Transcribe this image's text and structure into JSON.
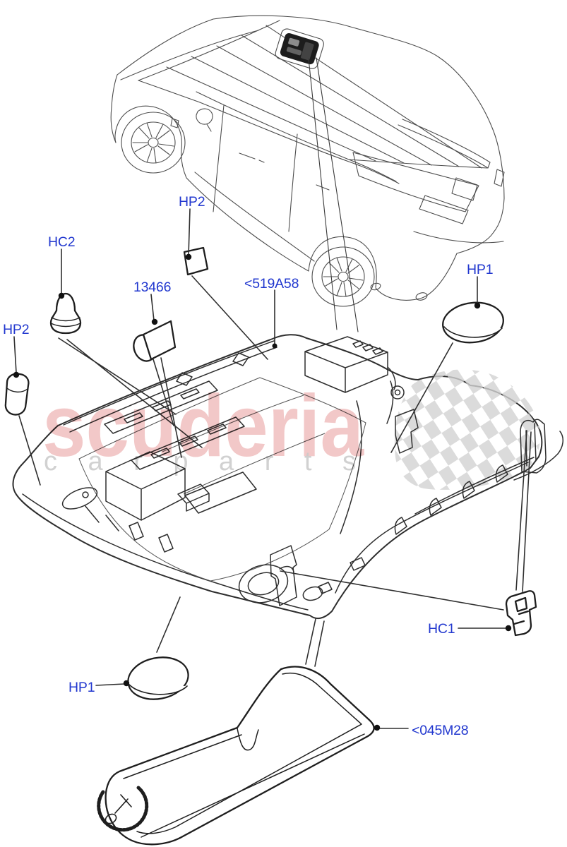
{
  "page": {
    "background": "#ffffff"
  },
  "palette": {
    "label_blue": "#2238cf",
    "line_dark": "#2e2e2e",
    "watermark_pink": "#e89b9b",
    "watermark_grey": "#c9c9c9",
    "checker_grey": "#d2d2d2",
    "roof_unit_black": "#1d1d1d"
  },
  "watermark": {
    "brand": "scuderia",
    "subtitle": "carparts"
  },
  "labels": {
    "hp2_top": {
      "text": "HP2"
    },
    "hc2": {
      "text": "HC2"
    },
    "n13466": {
      "text": "13466"
    },
    "p519a58": {
      "text": "<519A58"
    },
    "hp1_right": {
      "text": "HP1"
    },
    "hp2_left": {
      "text": "HP2"
    },
    "hc1": {
      "text": "HC1"
    },
    "hp1_bottom": {
      "text": "HP1"
    },
    "p045m28": {
      "text": "<045M28"
    }
  }
}
